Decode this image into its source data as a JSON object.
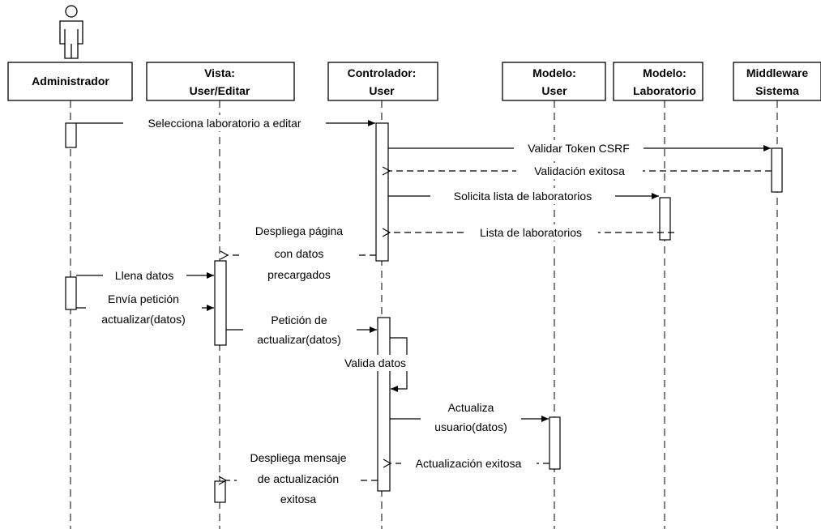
{
  "participants": {
    "administrador": "Administrador",
    "vista_1": "Vista:",
    "vista_2": "User/Editar",
    "controlador_1": "Controlador:",
    "controlador_2": "User",
    "modelo_user_1": "Modelo:",
    "modelo_user_2": "User",
    "modelo_lab_1": "Modelo:",
    "modelo_lab_2": "Laboratorio",
    "middleware_1": "Middleware",
    "middleware_2": "Sistema"
  },
  "messages": {
    "m1": "Selecciona laboratorio a editar",
    "m2": "Validar Token CSRF",
    "m3": "Validación exitosa",
    "m4": "Solicita lista de laboratorios",
    "m5": "Lista de laboratorios",
    "m6_1": "Despliega página",
    "m6_2": "con datos",
    "m6_3": "precargados",
    "m7": "Llena datos",
    "m8_1": "Envía petición",
    "m8_2": "actualizar(datos)",
    "m9_1": "Petición de",
    "m9_2": "actualizar(datos)",
    "m10": "Valida datos",
    "m11_1": "Actualiza",
    "m11_2": "usuario(datos)",
    "m12": "Actualización exitosa",
    "m13_1": "Despliega mensaje",
    "m13_2": "de actualización",
    "m13_3": "exitosa"
  }
}
